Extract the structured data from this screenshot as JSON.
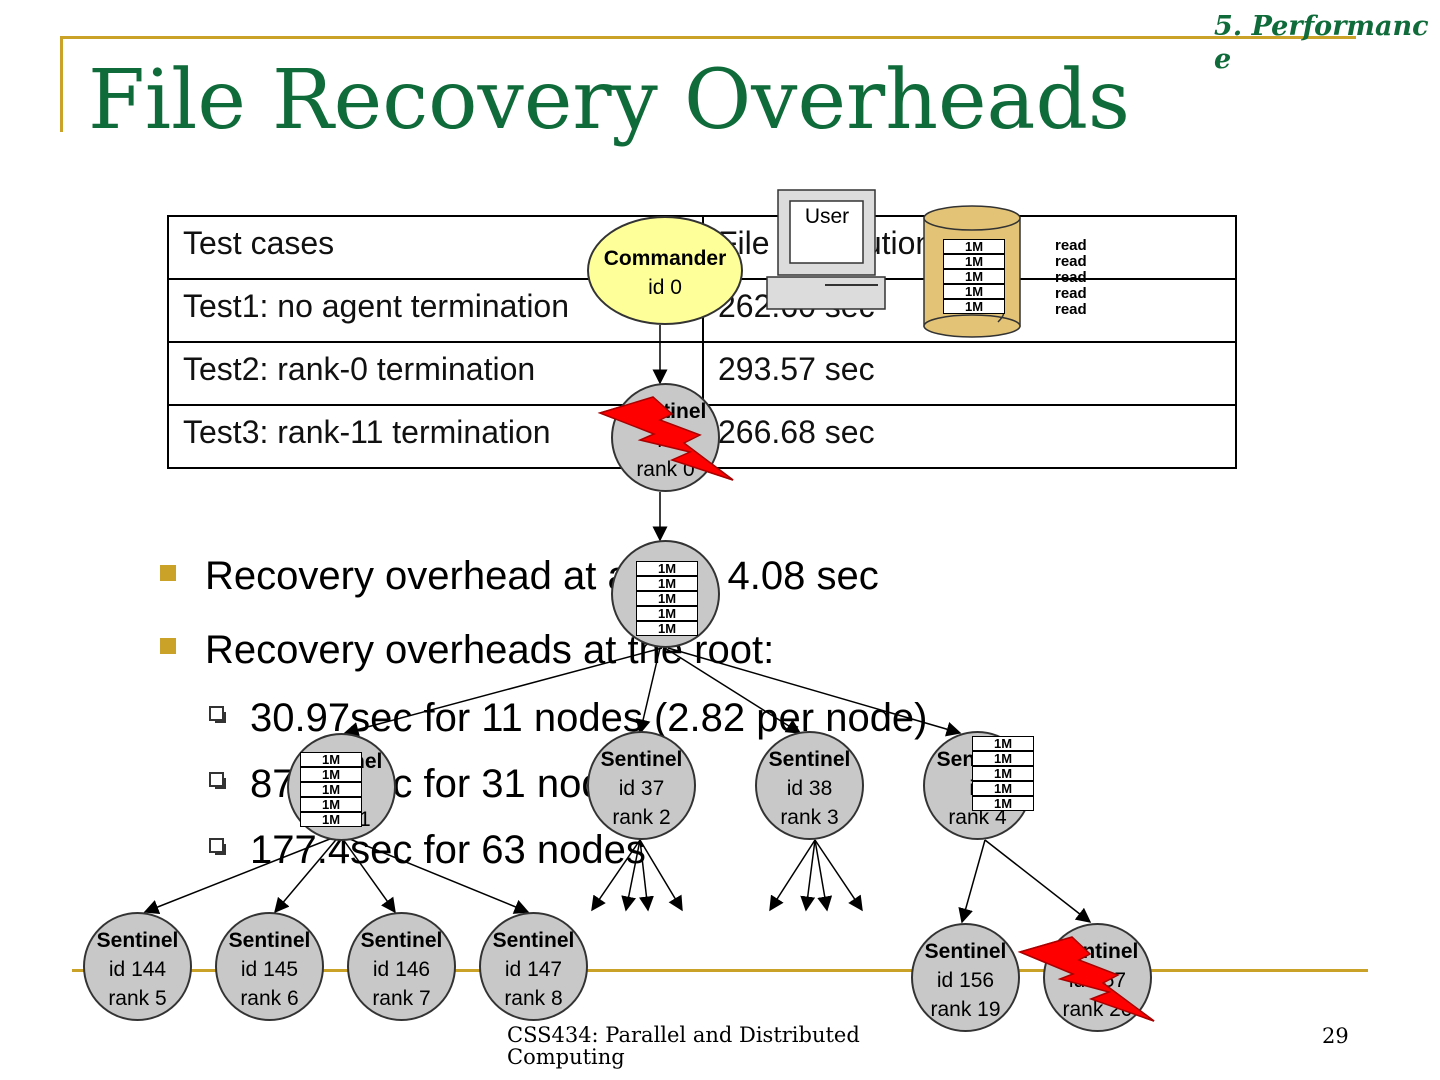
{
  "slide": {
    "title": "File Recovery Overheads",
    "section": "5. Performance",
    "footer": "CSS434: Parallel and Distributed Computing",
    "page_number": "29"
  },
  "table": {
    "header": [
      "Test cases",
      "File distribution time"
    ],
    "rows": [
      [
        "Test1: no agent termination",
        "262.60 sec"
      ],
      [
        "Test2: rank-0 termination",
        "293.57 sec"
      ],
      [
        "Test3: rank-11 termination",
        "266.68 sec"
      ]
    ]
  },
  "bullets": {
    "b1": "Recovery overhead at a leaf: 4.08 sec",
    "b2": "Recovery overheads at the root:",
    "s1": "30.97sec for 11 nodes (2.82 per node)",
    "s2": "87.28sec for 31 nodes",
    "s3": "177.4sec for 63 nodes"
  },
  "diagram": {
    "user": "User",
    "commander": {
      "name": "Commander",
      "id": "id 0"
    },
    "chunk": "1M",
    "read": "read",
    "sentinel": "Sentinel",
    "n0": {
      "id": "id",
      "rank": "rank 0"
    },
    "n1": {
      "id": "id",
      "rank": "rank 1"
    },
    "n2": {
      "id": "id 37",
      "rank": "rank 2"
    },
    "n3": {
      "id": "id 38",
      "rank": "rank 3"
    },
    "n4": {
      "id": "id",
      "rank": "rank 4"
    },
    "n5": {
      "id": "id 144",
      "rank": "rank 5"
    },
    "n6": {
      "id": "id 145",
      "rank": "rank 6"
    },
    "n7": {
      "id": "id 146",
      "rank": "rank 7"
    },
    "n8": {
      "id": "id 147",
      "rank": "rank 8"
    },
    "n19": {
      "id": "id 156",
      "rank": "rank 19"
    },
    "n20": {
      "id": "id 157",
      "rank": "rank 20"
    }
  },
  "colors": {
    "title": "#0f6b3a",
    "frame": "#c9a227",
    "commander": "#ffff99",
    "sentinel": "#c8c8c8",
    "disk": "#e3c477",
    "lightning": "#ff0000"
  }
}
